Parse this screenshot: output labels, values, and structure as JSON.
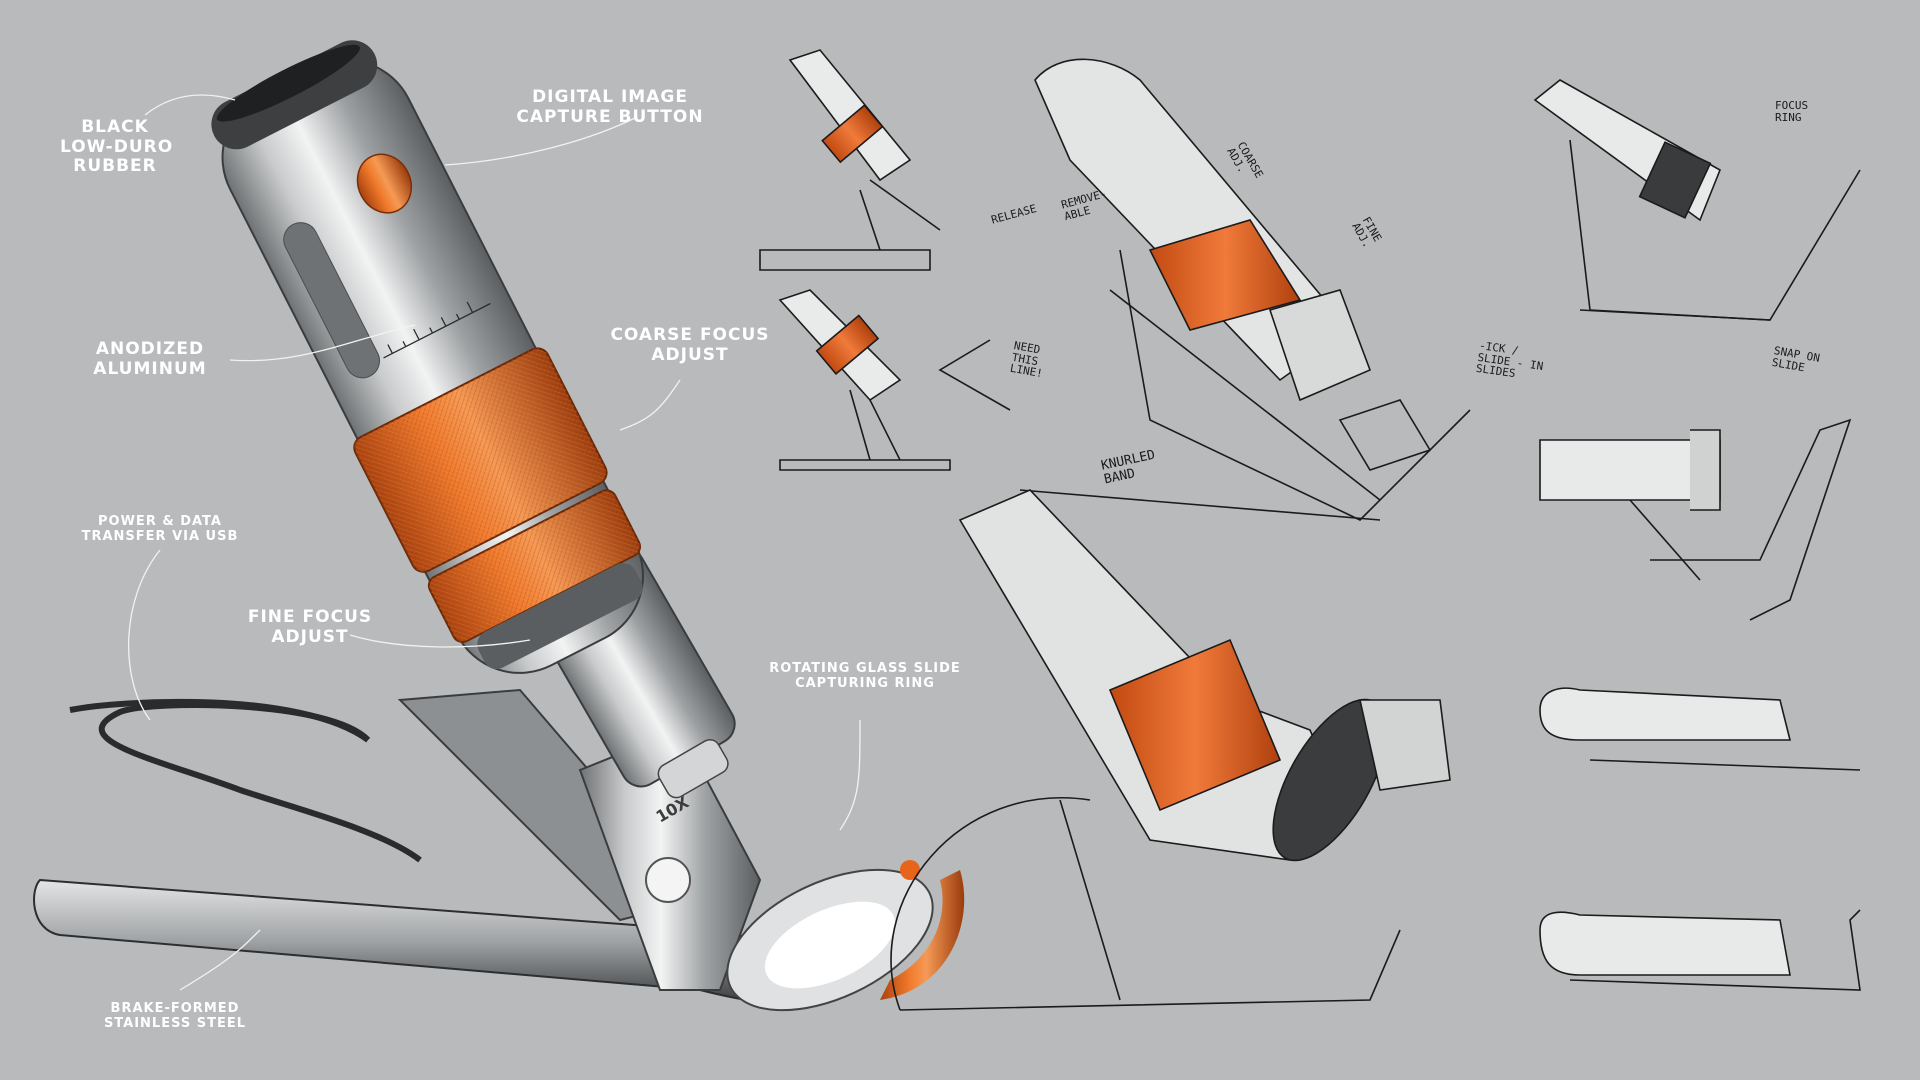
{
  "callouts": {
    "black_rubber": "BLACK\nLOW-DURO\nRUBBER",
    "capture_button": "DIGITAL IMAGE\nCAPTURE BUTTON",
    "anodized": "ANODIZED\nALUMINUM",
    "coarse_focus": "COARSE FOCUS\nADJUST",
    "power_usb": "POWER & DATA\nTRANSFER VIA USB",
    "fine_focus": "FINE FOCUS\nADJUST",
    "rotating_ring": "ROTATING GLASS SLIDE\nCAPTURING RING",
    "brake_formed": "BRAKE-FORMED\nSTAINLESS STEEL"
  },
  "scope_marking": "10X",
  "sketch_notes": {
    "release": "RELEASE",
    "removable": "REMOVE-\nABLE",
    "coarse_adj": "COARSE\nADJ.",
    "fine_adj": "FINE\nADJ.",
    "need_this_line": "NEED\nTHIS\nLINE!",
    "knurled_band": "KNURLED\nBAND",
    "focus_ring": "FOCUS\nRING",
    "slide_in": "-ICK /\nSLIDE - IN\nSLIDES",
    "snap_on": "SNAP ON\nSLIDE"
  },
  "colors": {
    "background": "#b8babb",
    "accent_orange": "#e8641a",
    "steel": "#8e9193",
    "ink": "#1b1b1b"
  }
}
